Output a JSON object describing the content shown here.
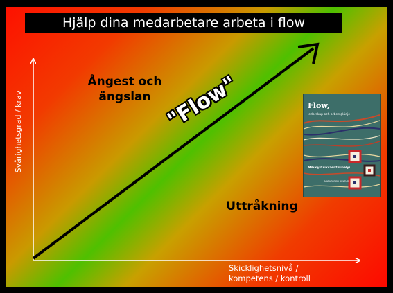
{
  "title": "Hjälp dina medarbetare arbeta i flow",
  "axes": {
    "y_label": "Svårighetsgrad / krav",
    "x_label_line1": "Skicklighetsnivå /",
    "x_label_line2": "kompetens / kontroll"
  },
  "zones": {
    "anxiety_line1": "Ångest och",
    "anxiety_line2": "ängslan",
    "flow": "\"Flow\"",
    "boredom": "Uttråkning"
  },
  "book": {
    "title": "Flow,",
    "subtitle": "ledarskap och arbetsglädje",
    "author": "Mihaly Csikszentmihalyi",
    "publisher": "NATUR OCH KULTUR"
  },
  "colors": {
    "axis": "#ffffff",
    "flow_arrow": "#000000",
    "title_bg": "#000000",
    "book_cover": "#3d6e69"
  }
}
